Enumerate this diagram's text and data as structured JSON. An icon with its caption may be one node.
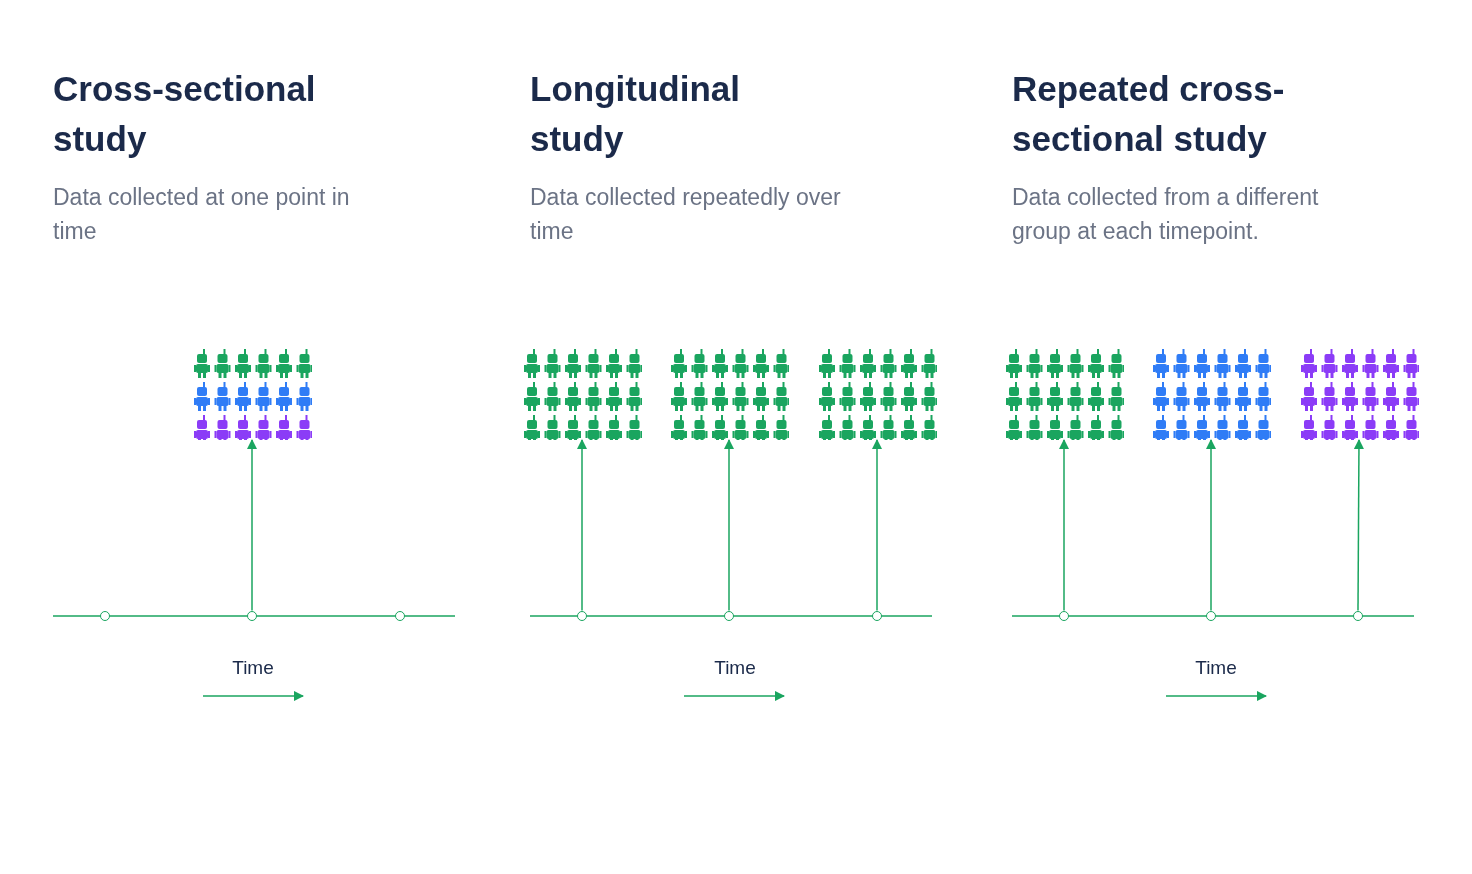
{
  "diagram": {
    "nodes": [
      {
        "text": [
          "Cross-sectional study",
          "Data collected at one point in time"
        ]
      },
      {
        "text": [],
        "shape": "person",
        "in": 0
      },
      {
        "text": [],
        "shape": "circle",
        "in": 0
      },
      {
        "text": [],
        "shape": "circle",
        "in": 0
      },
      {
        "text": [],
        "shape": "circle",
        "in": 0
      },
      {
        "text": [
          "Longitudinal study",
          "Data collected repeatedly over time"
        ]
      },
      {
        "text": [],
        "shape": "person",
        "in": 5
      },
      {
        "text": [],
        "shape": "person",
        "in": 5
      },
      {
        "text": [],
        "shape": "person",
        "in": 5
      },
      {
        "text": [],
        "shape": "circle",
        "in": 5
      },
      {
        "text": [],
        "shape": "circle",
        "in": 5
      },
      {
        "text": [],
        "shape": "circle",
        "in": 5
      },
      {
        "text": [
          "Repeated cross-sectional study",
          "Data collected from a different group at each timepoint."
        ]
      },
      {
        "text": [],
        "shape": "person",
        "in": 12
      },
      {
        "text": [],
        "shape": "person",
        "in": 12
      },
      {
        "text": [],
        "shape": "person",
        "in": 12
      },
      {
        "text": [],
        "shape": "circle",
        "in": 12
      },
      {
        "text": [],
        "shape": "circle",
        "in": 12
      },
      {
        "text": [],
        "shape": "circle",
        "in": 12
      }
    ],
    "edges": [
      {
        "from": 3,
        "to": 1,
        "arrow": "to"
      },
      {
        "from": 9,
        "to": 6,
        "arrow": "to"
      },
      {
        "from": 10,
        "to": 7,
        "arrow": "to"
      },
      {
        "from": 11,
        "to": 8,
        "arrow": "to"
      },
      {
        "from": 16,
        "to": 13,
        "arrow": "to"
      },
      {
        "from": 17,
        "to": 14,
        "arrow": "to"
      },
      {
        "from": 18,
        "to": 15,
        "arrow": "to"
      }
    ],
    "labels": [
      "Time",
      "Time",
      "Time"
    ]
  }
}
